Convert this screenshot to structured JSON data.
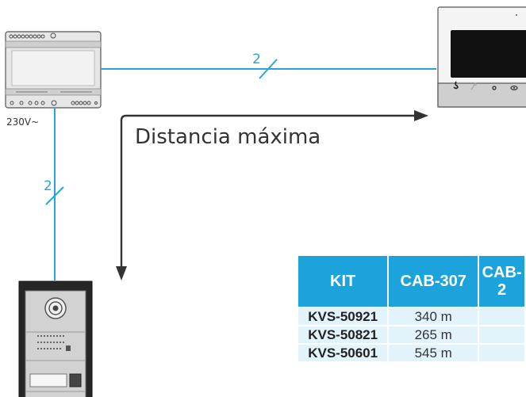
{
  "labels": {
    "wire_top": "2",
    "wire_left": "2",
    "power_supply": "230V~",
    "max_distance": "Distancia máxima"
  },
  "table": {
    "headers": [
      "KIT",
      "CAB-307",
      "CAB-2"
    ],
    "rows": [
      {
        "kit": "KVS-50921",
        "cab307": "340 m",
        "other": ""
      },
      {
        "kit": "KVS-50821",
        "cab307": "265 m",
        "other": ""
      },
      {
        "kit": "KVS-50601",
        "cab307": "545 m",
        "other": ""
      }
    ]
  },
  "colors": {
    "wire": "#2aa3d6",
    "table_header": "#1da3dc",
    "table_cell": "#e3f3fc",
    "arrow": "#333333"
  },
  "icons": {
    "monitor_buttons": [
      "handset-icon",
      "key-icon",
      "circle-icon",
      "eye-icon"
    ]
  }
}
